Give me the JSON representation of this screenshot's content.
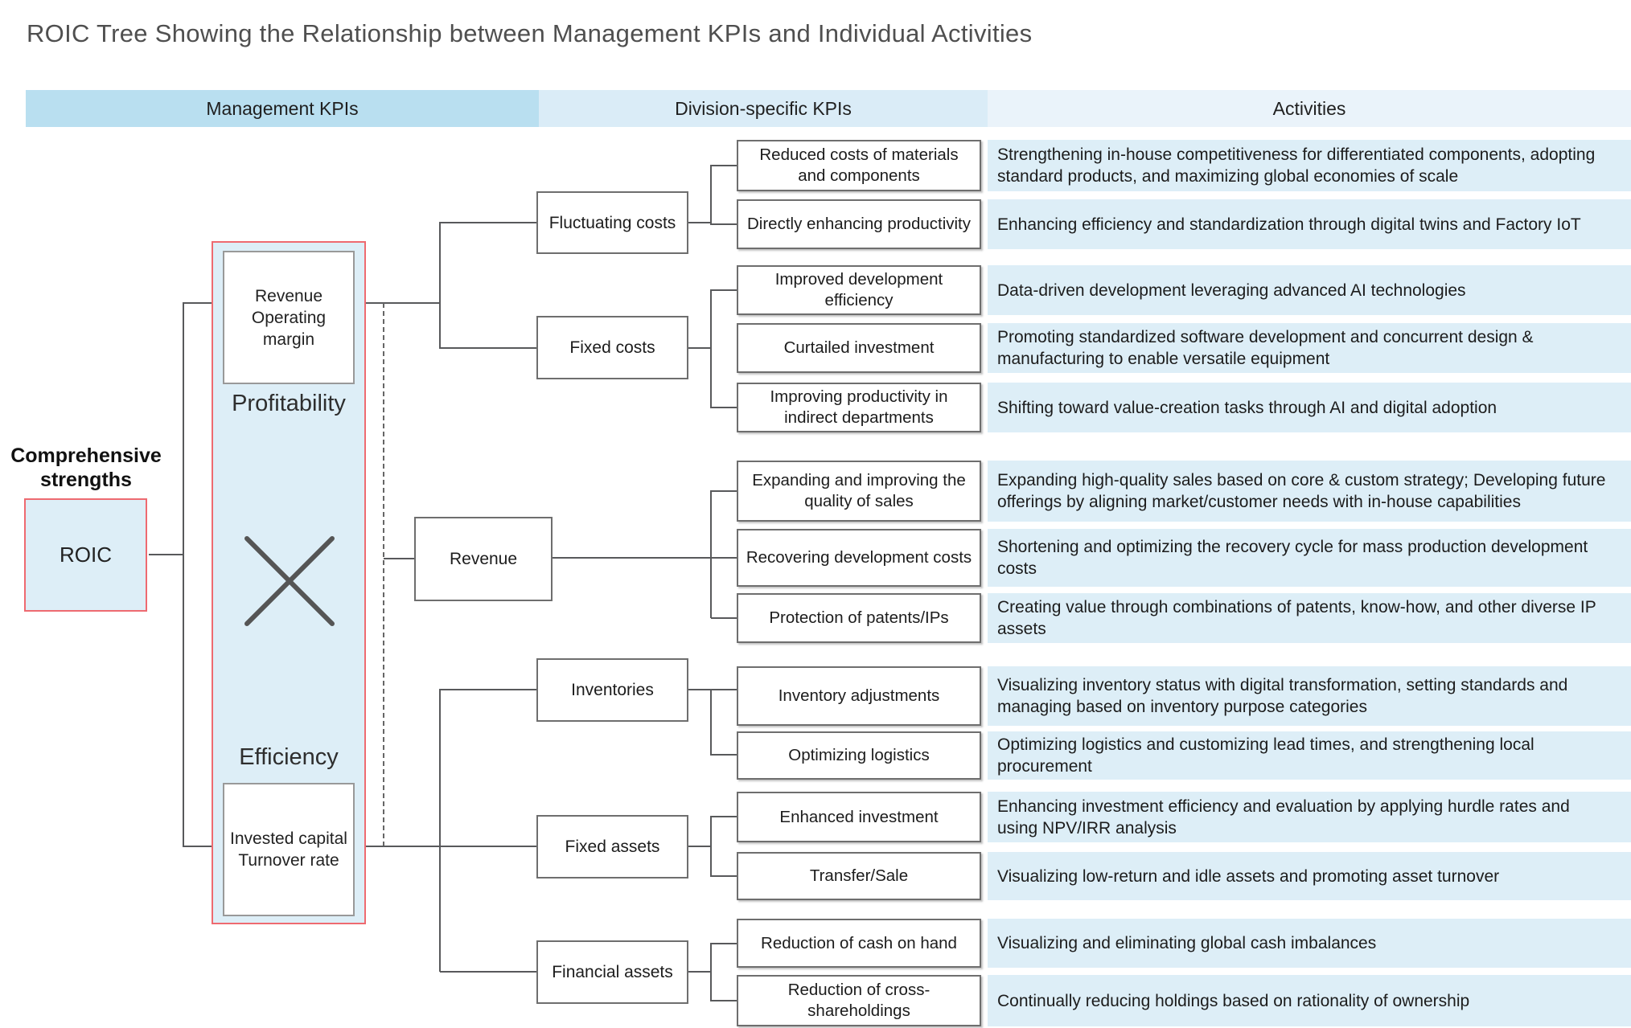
{
  "title": "ROIC Tree Showing the Relationship between Management KPIs and Individual Activities",
  "header": {
    "management": "Management KPIs",
    "division": "Division-specific KPIs",
    "activities": "Activities"
  },
  "left": {
    "comprehensive_strengths": "Comprehensive strengths",
    "roic": "ROIC",
    "profitability_label": "Profitability",
    "efficiency_label": "Efficiency",
    "numerator_box": "Revenue\nOperating margin",
    "denominator_box": "Invested capital\nTurnover rate",
    "multiply_symbol": "×"
  },
  "mid_boxes": [
    {
      "label": "Fluctuating costs",
      "rows": [
        0,
        1
      ]
    },
    {
      "label": "Fixed costs",
      "rows": [
        2,
        3,
        4
      ]
    },
    {
      "label": "Revenue",
      "rows": [
        5,
        6,
        7
      ]
    },
    {
      "label": "Inventories",
      "rows": [
        8,
        9
      ]
    },
    {
      "label": "Fixed assets",
      "rows": [
        10,
        11
      ]
    },
    {
      "label": "Financial assets",
      "rows": [
        12,
        13
      ]
    }
  ],
  "rows": [
    {
      "kpi": "Reduced costs of materials and components",
      "activity": "Strengthening in-house competitiveness for differentiated components, adopting standard products, and maximizing global economies of scale"
    },
    {
      "kpi": "Directly enhancing productivity",
      "activity": "Enhancing efficiency and standardization through digital twins and Factory IoT"
    },
    {
      "kpi": "Improved development efficiency",
      "activity": "Data-driven development leveraging advanced AI technologies"
    },
    {
      "kpi": "Curtailed investment",
      "activity": "Promoting standardized software development and concurrent design & manufacturing to enable versatile equipment"
    },
    {
      "kpi": "Improving productivity in indirect departments",
      "activity": "Shifting toward value-creation tasks through AI and digital adoption"
    },
    {
      "kpi": "Expanding and improving the quality of sales",
      "activity": "Expanding high-quality sales based on core & custom strategy; Developing future offerings by aligning market/customer needs with in-house capabilities"
    },
    {
      "kpi": "Recovering development costs",
      "activity": "Shortening and optimizing the recovery cycle for mass production development costs"
    },
    {
      "kpi": "Protection of patents/IPs",
      "activity": "Creating value through combinations of patents, know-how, and other diverse IP assets"
    },
    {
      "kpi": "Inventory adjustments",
      "activity": "Visualizing inventory status with digital transformation, setting standards and managing based on inventory purpose categories"
    },
    {
      "kpi": "Optimizing logistics",
      "activity": "Optimizing logistics and customizing lead times, and strengthening local procurement"
    },
    {
      "kpi": "Enhanced investment",
      "activity": "Enhancing investment efficiency and evaluation by applying hurdle rates and using NPV/IRR analysis"
    },
    {
      "kpi": "Transfer/Sale",
      "activity": "Visualizing low-return and idle assets and promoting asset turnover"
    },
    {
      "kpi": "Reduction of cash on hand",
      "activity": "Visualizing and eliminating global cash imbalances"
    },
    {
      "kpi": "Reduction of cross-shareholdings",
      "activity": "Continually reducing holdings based on rationality of ownership"
    }
  ],
  "colors": {
    "management_band": "#b9dff0",
    "division_band": "#daecf7",
    "activities_band": "#eaf3fa",
    "highlight_fill": "#ddeef7",
    "red_border": "#ee6a70",
    "connector_line": "#58595b"
  }
}
